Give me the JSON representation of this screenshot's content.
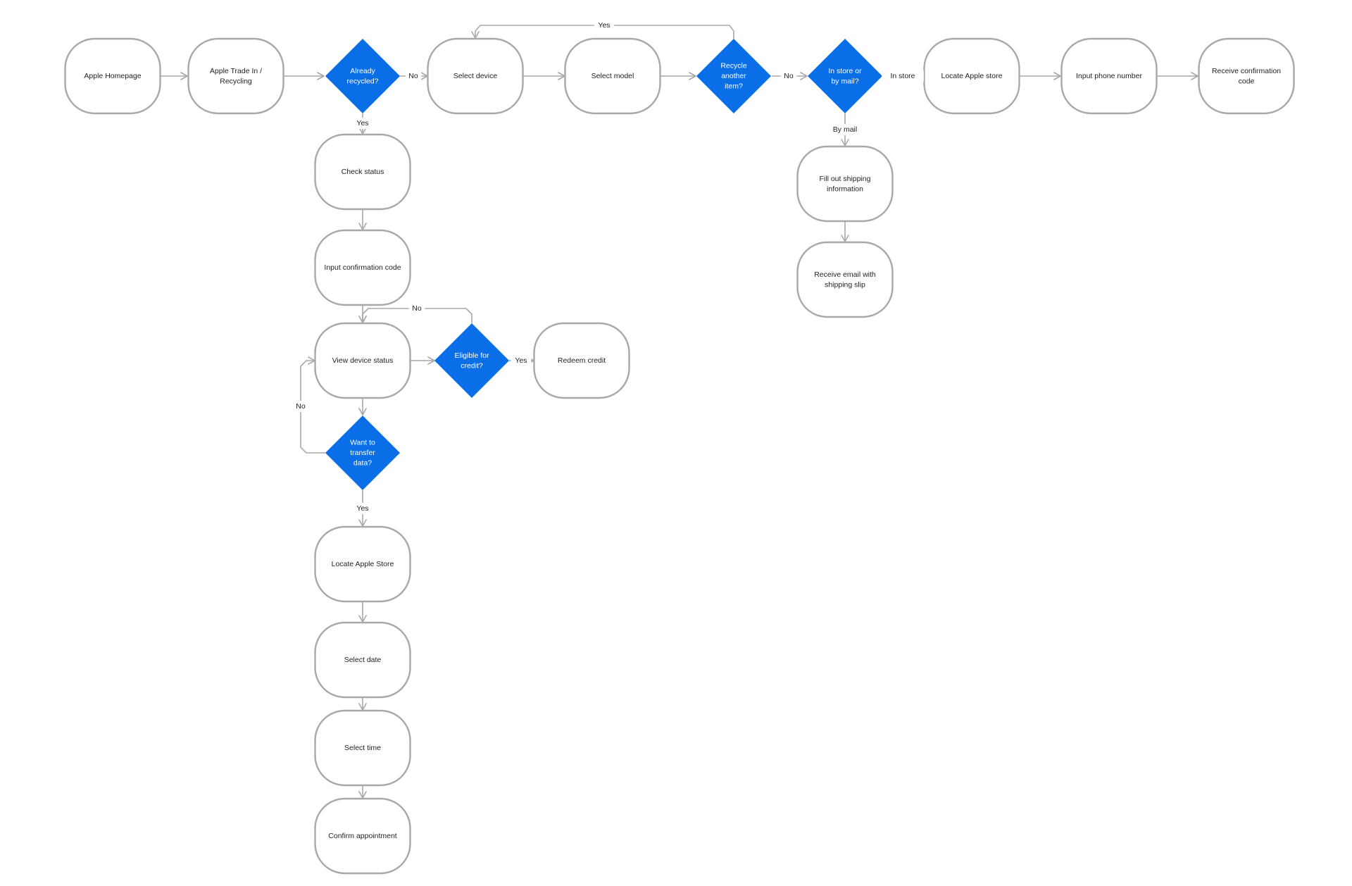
{
  "colors": {
    "background": "#ffffff",
    "node_border": "#a8a8a8",
    "decision_fill": "#0a6ee6",
    "decision_text": "#ffffff",
    "edge": "#a8a8a8",
    "text": "#1f1f1f"
  },
  "nodes": [
    {
      "id": "apple-homepage",
      "kind": "process",
      "lines": [
        "Apple Homepage"
      ]
    },
    {
      "id": "trade-in",
      "kind": "process",
      "lines": [
        "Apple Trade In /",
        "Recycling"
      ]
    },
    {
      "id": "already-recycled",
      "kind": "decision",
      "lines": [
        "Already",
        "recycled?"
      ]
    },
    {
      "id": "select-device",
      "kind": "process",
      "lines": [
        "Select device"
      ]
    },
    {
      "id": "select-model",
      "kind": "process",
      "lines": [
        "Select model"
      ]
    },
    {
      "id": "recycle-another",
      "kind": "decision",
      "lines": [
        "Recycle",
        "another",
        "item?"
      ]
    },
    {
      "id": "store-or-mail",
      "kind": "decision",
      "lines": [
        "In store or",
        "by mail?"
      ]
    },
    {
      "id": "locate-apple-store-top",
      "kind": "process",
      "lines": [
        "Locate Apple store"
      ]
    },
    {
      "id": "input-phone",
      "kind": "process",
      "lines": [
        "Input phone number"
      ]
    },
    {
      "id": "receive-confirmation",
      "kind": "process",
      "lines": [
        "Receive confirmation",
        "code"
      ]
    },
    {
      "id": "fill-shipping",
      "kind": "process",
      "lines": [
        "Fill out shipping",
        "information"
      ]
    },
    {
      "id": "receive-email",
      "kind": "process",
      "lines": [
        "Receive email with",
        "shipping slip"
      ]
    },
    {
      "id": "check-status",
      "kind": "process",
      "lines": [
        "Check status"
      ]
    },
    {
      "id": "input-confirmation",
      "kind": "process",
      "lines": [
        "Input confirmation code"
      ]
    },
    {
      "id": "view-device-status",
      "kind": "process",
      "lines": [
        "View device status"
      ]
    },
    {
      "id": "eligible-credit",
      "kind": "decision",
      "lines": [
        "Eligible for",
        "credit?"
      ]
    },
    {
      "id": "redeem-credit",
      "kind": "process",
      "lines": [
        "Redeem credit"
      ]
    },
    {
      "id": "transfer-data",
      "kind": "decision",
      "lines": [
        "Want to",
        "transfer",
        "data?"
      ]
    },
    {
      "id": "locate-apple-store",
      "kind": "process",
      "lines": [
        "Locate Apple Store"
      ]
    },
    {
      "id": "select-date",
      "kind": "process",
      "lines": [
        "Select date"
      ]
    },
    {
      "id": "select-time",
      "kind": "process",
      "lines": [
        "Select time"
      ]
    },
    {
      "id": "confirm-appointment",
      "kind": "process",
      "lines": [
        "Confirm appointment"
      ]
    }
  ],
  "edges": [
    {
      "from": "apple-homepage",
      "to": "trade-in",
      "label": ""
    },
    {
      "from": "trade-in",
      "to": "already-recycled",
      "label": ""
    },
    {
      "from": "already-recycled",
      "to": "select-device",
      "label": "No"
    },
    {
      "from": "select-device",
      "to": "select-model",
      "label": ""
    },
    {
      "from": "select-model",
      "to": "recycle-another",
      "label": ""
    },
    {
      "from": "recycle-another",
      "to": "select-device",
      "label": "Yes"
    },
    {
      "from": "recycle-another",
      "to": "store-or-mail",
      "label": "No"
    },
    {
      "from": "store-or-mail",
      "to": "locate-apple-store-top",
      "label": "In store"
    },
    {
      "from": "locate-apple-store-top",
      "to": "input-phone",
      "label": ""
    },
    {
      "from": "input-phone",
      "to": "receive-confirmation",
      "label": ""
    },
    {
      "from": "store-or-mail",
      "to": "fill-shipping",
      "label": "By mail"
    },
    {
      "from": "fill-shipping",
      "to": "receive-email",
      "label": ""
    },
    {
      "from": "already-recycled",
      "to": "check-status",
      "label": "Yes"
    },
    {
      "from": "check-status",
      "to": "input-confirmation",
      "label": ""
    },
    {
      "from": "input-confirmation",
      "to": "view-device-status",
      "label": ""
    },
    {
      "from": "view-device-status",
      "to": "eligible-credit",
      "label": ""
    },
    {
      "from": "eligible-credit",
      "to": "redeem-credit",
      "label": "Yes"
    },
    {
      "from": "eligible-credit",
      "to": "view-device-status",
      "label": "No"
    },
    {
      "from": "view-device-status",
      "to": "transfer-data",
      "label": ""
    },
    {
      "from": "transfer-data",
      "to": "view-device-status",
      "label": "No"
    },
    {
      "from": "transfer-data",
      "to": "locate-apple-store",
      "label": "Yes"
    },
    {
      "from": "locate-apple-store",
      "to": "select-date",
      "label": ""
    },
    {
      "from": "select-date",
      "to": "select-time",
      "label": ""
    },
    {
      "from": "select-time",
      "to": "confirm-appointment",
      "label": ""
    }
  ]
}
